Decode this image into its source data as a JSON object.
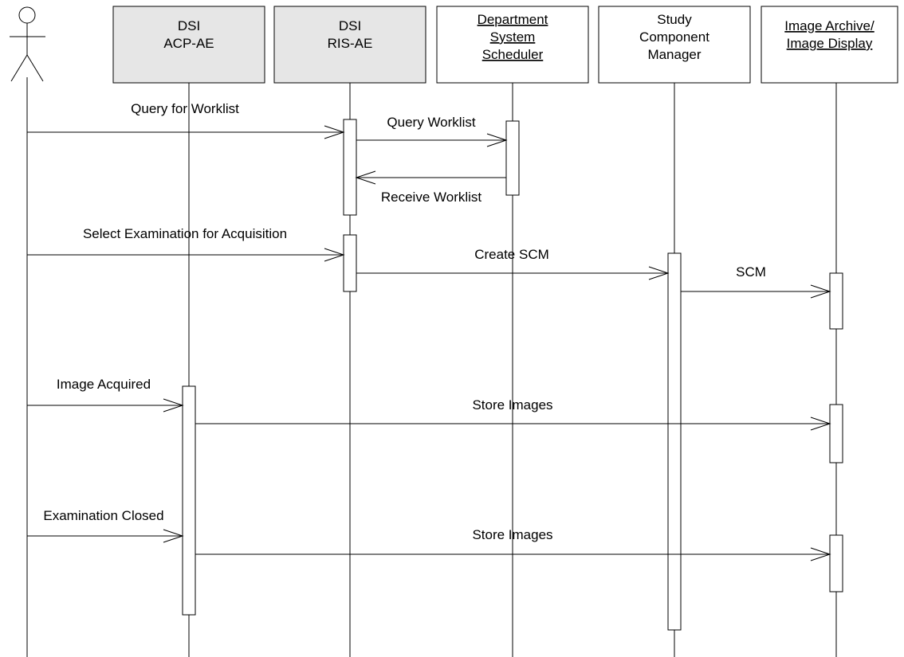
{
  "colors": {
    "line": "#000000",
    "gray_box": "#e6e6e6",
    "white_box": "#ffffff"
  },
  "actor": {
    "icon": "stick-figure-actor-icon"
  },
  "lifelines": [
    {
      "id": "acp",
      "lines": [
        "DSI",
        "ACP-AE"
      ],
      "shaded": true,
      "underlined": false
    },
    {
      "id": "ris",
      "lines": [
        "DSI",
        "RIS-AE"
      ],
      "shaded": true,
      "underlined": false
    },
    {
      "id": "dss",
      "lines": [
        "Department",
        "System",
        "Scheduler"
      ],
      "shaded": false,
      "underlined": true
    },
    {
      "id": "scm",
      "lines": [
        "Study",
        "Component",
        "Manager"
      ],
      "shaded": false,
      "underlined": false
    },
    {
      "id": "iad",
      "lines": [
        "Image Archive/",
        "Image Display"
      ],
      "shaded": false,
      "underlined": true
    }
  ],
  "messages": [
    {
      "label": "Query for Worklist",
      "from": "actor",
      "to": "ris"
    },
    {
      "label": "Query Worklist",
      "from": "ris",
      "to": "dss"
    },
    {
      "label": "Receive Worklist",
      "from": "dss",
      "to": "ris"
    },
    {
      "label": "Select Examination for Acquisition",
      "from": "actor",
      "to": "ris"
    },
    {
      "label": "Create SCM",
      "from": "ris",
      "to": "scm"
    },
    {
      "label": "SCM",
      "from": "scm",
      "to": "iad"
    },
    {
      "label": "Image Acquired",
      "from": "actor",
      "to": "acp"
    },
    {
      "label": "Store Images",
      "from": "acp",
      "to": "iad"
    },
    {
      "label": "Examination Closed",
      "from": "actor",
      "to": "acp"
    },
    {
      "label": "Store Images",
      "from": "acp",
      "to": "iad"
    }
  ]
}
